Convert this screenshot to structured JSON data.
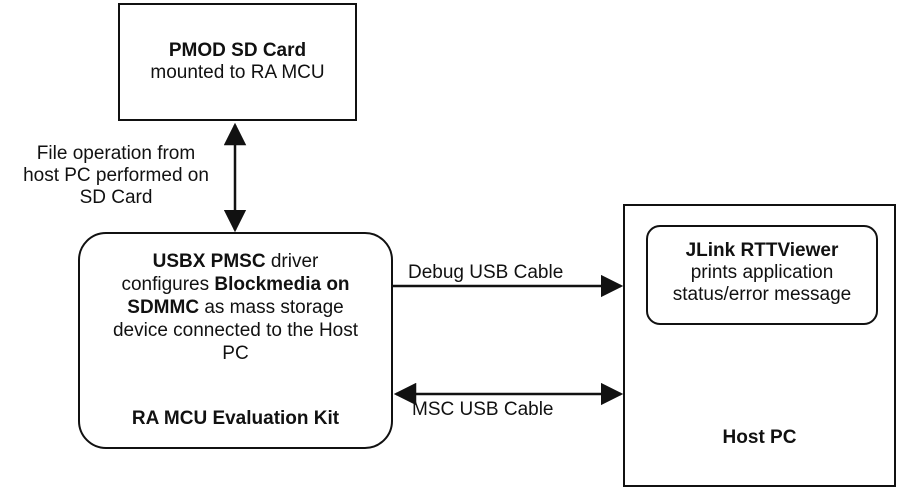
{
  "sd_card": {
    "title": "PMOD SD Card",
    "subtitle": "mounted to RA MCU"
  },
  "file_op_label": {
    "line1": "File operation from",
    "line2": "host PC performed on",
    "line3": "SD Card"
  },
  "mcu": {
    "line1_bold": "USBX PMSC",
    "line1_rest": " driver",
    "line2_pre": "configures ",
    "line2_bold": "Blockmedia on",
    "line3_bold": "SDMMC",
    "line3_rest": " as mass storage",
    "line4": "device connected to the Host",
    "line5": "PC",
    "footer": "RA MCU Evaluation Kit"
  },
  "debug_cable_label": "Debug  USB Cable",
  "msc_cable_label": "MSC USB Cable",
  "rtt_viewer": {
    "title": "JLink RTTViewer",
    "line2": "prints application",
    "line3": "status/error message"
  },
  "host_pc": {
    "label": "Host PC"
  },
  "colors": {
    "stroke": "#111111",
    "background": "#ffffff"
  }
}
